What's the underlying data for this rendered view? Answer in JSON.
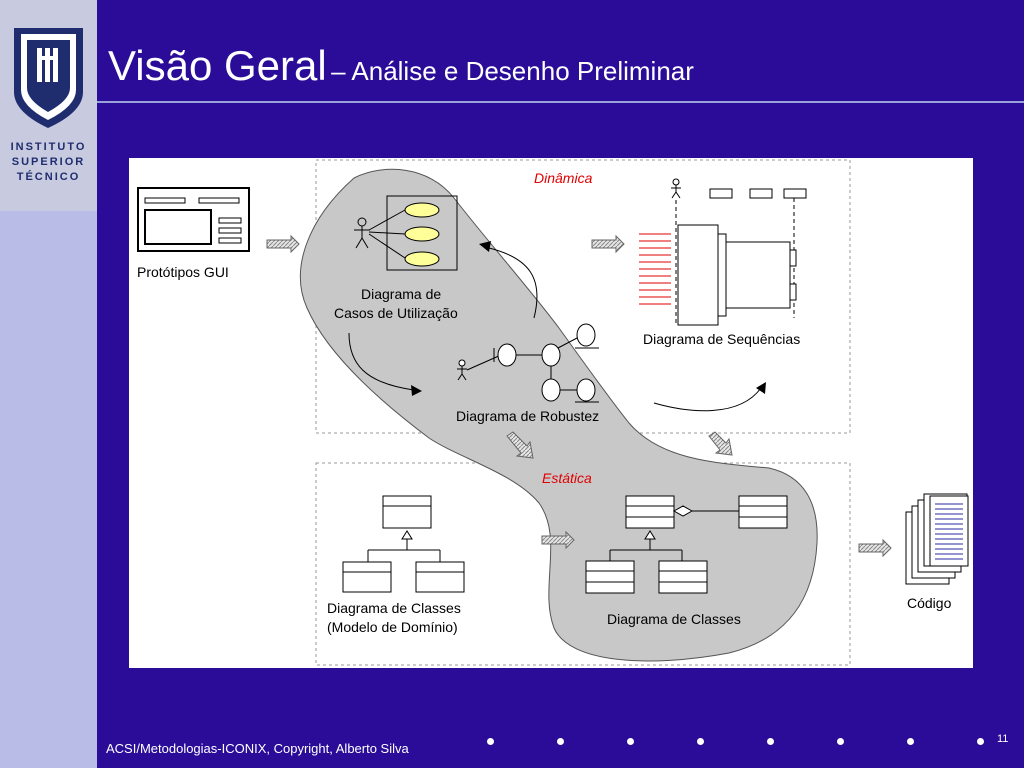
{
  "logo": {
    "line1": "INSTITUTO",
    "line2": "SUPERIOR",
    "line3": "TÉCNICO"
  },
  "title": {
    "main": "Visão Geral",
    "sub": "– Análise e Desenho Preliminar"
  },
  "diagram": {
    "dinamica_label": "Dinâmica",
    "estatica_label": "Estática",
    "prototipos": "Protótipos GUI",
    "casos_line1": "Diagrama de",
    "casos_line2": "Casos de Utilização",
    "sequencias": "Diagrama de Sequências",
    "robustez": "Diagrama de Robustez",
    "classes_dominio_line1": "Diagrama de Classes",
    "classes_dominio_line2": "(Modelo de Domínio)",
    "classes": "Diagrama de Classes",
    "codigo": "Código"
  },
  "footer": {
    "text": "ACSI/Metodologias-ICONIX, Copyright, Alberto Silva",
    "page": "11"
  },
  "colors": {
    "background": "#2a0c99",
    "sidebar": "#b8bce6",
    "blob": "#c8c8c8",
    "accent_red": "#e00000"
  }
}
